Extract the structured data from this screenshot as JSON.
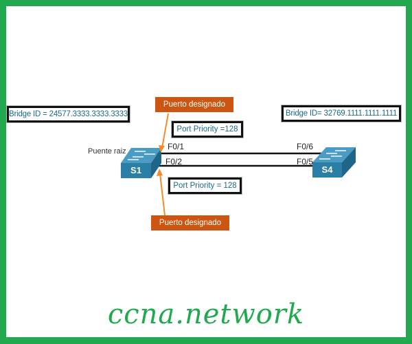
{
  "diagram": {
    "left_bridge_id": "Bridge ID = 24577.3333.3333.3333",
    "right_bridge_id": "Bridge ID= 32769.1111.1111.1111",
    "top_designated_label": "Puerto designado",
    "bottom_designated_label": "Puerto designado",
    "top_port_priority": "Port Priority =128",
    "bottom_port_priority": "Port Priority = 128",
    "root_bridge_label": "Puente raiz",
    "switch_left": {
      "name": "S1",
      "ports": [
        "F0/1",
        "F0/2"
      ]
    },
    "switch_right": {
      "name": "S4",
      "ports": [
        "F0/6",
        "F0/5"
      ]
    },
    "colors": {
      "frame": "#22a94f",
      "switch": "#2b7fa6",
      "designated_tag": "#cc5511",
      "arrow": "#f58a2a",
      "text_blue": "#1b6a8a"
    }
  },
  "footer": {
    "logo_text": "ccna.network"
  }
}
